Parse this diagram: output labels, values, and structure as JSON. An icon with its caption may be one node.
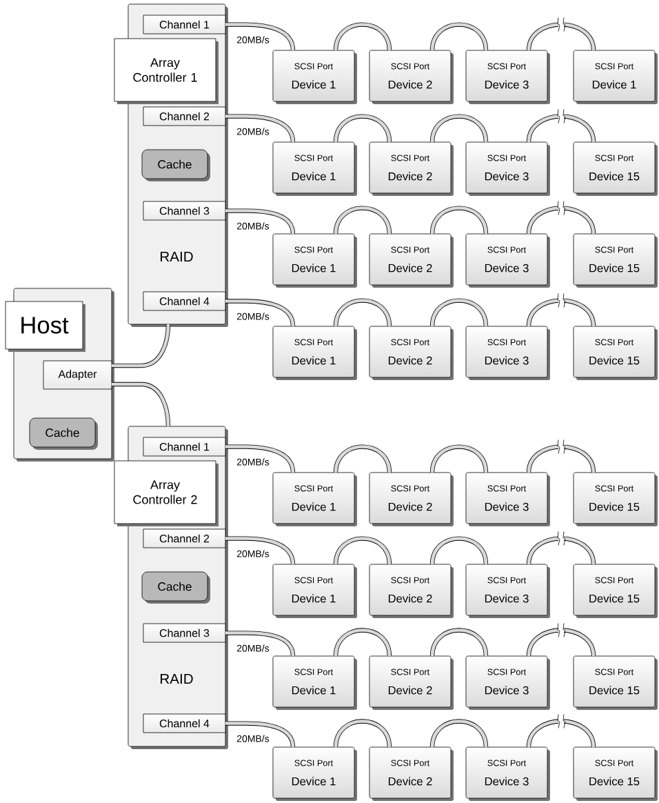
{
  "diagram": {
    "nodes": [
      {
        "text": [
          "RAID"
        ]
      },
      {
        "text": [
          "Channel 1"
        ],
        "in": 0
      },
      {
        "text": [
          "Channel 2"
        ],
        "in": 0
      },
      {
        "text": [
          "Cache"
        ],
        "in": 0
      },
      {
        "text": [
          "Channel 3"
        ],
        "in": 0
      },
      {
        "text": [
          "Channel 4"
        ],
        "in": 0
      },
      {
        "text": [
          "SCSI Port",
          "Device 1"
        ]
      },
      {
        "text": [
          "SCSI Port",
          "Device 2"
        ]
      },
      {
        "text": [
          "SCSI Port",
          "Device 3"
        ]
      },
      {
        "text": [
          "SCSI Port",
          "Device 1"
        ]
      },
      {
        "text": [
          "SCSI Port",
          "Device 1"
        ]
      },
      {
        "text": [
          "SCSI Port",
          "Device 2"
        ]
      },
      {
        "text": [
          "SCSI Port",
          "Device 3"
        ]
      },
      {
        "text": [
          "SCSI Port",
          "Device 15"
        ]
      },
      {
        "text": [
          "SCSI Port",
          "Device 1"
        ]
      },
      {
        "text": [
          "SCSI Port",
          "Device 2"
        ]
      },
      {
        "text": [
          "SCSI Port",
          "Device 3"
        ]
      },
      {
        "text": [
          "SCSI Port",
          "Device 15"
        ]
      },
      {
        "text": [
          "SCSI Port",
          "Device 1"
        ]
      },
      {
        "text": [
          "SCSI Port",
          "Device 2"
        ]
      },
      {
        "text": [
          "SCSI Port",
          "Device 3"
        ]
      },
      {
        "text": [
          "SCSI Port",
          "Device 15"
        ]
      },
      {
        "text": [],
        "shape": "box"
      },
      {
        "text": [
          "Adapter"
        ],
        "in": 22
      },
      {
        "text": [
          "Cache"
        ],
        "in": 22
      },
      {
        "text": [
          "RAID"
        ]
      },
      {
        "text": [
          "Channel 1"
        ],
        "in": 25
      },
      {
        "text": [
          "Channel 2"
        ],
        "in": 25
      },
      {
        "text": [
          "Cache"
        ],
        "in": 25
      },
      {
        "text": [
          "Channel 3"
        ],
        "in": 25
      },
      {
        "text": [
          "Channel 4"
        ],
        "in": 25
      },
      {
        "text": [
          "SCSI Port",
          "Device 1"
        ]
      },
      {
        "text": [
          "SCSI Port",
          "Device 2"
        ]
      },
      {
        "text": [
          "SCSI Port",
          "Device 3"
        ]
      },
      {
        "text": [
          "SCSI Port",
          "Device 15"
        ]
      },
      {
        "text": [
          "SCSI Port",
          "Device 1"
        ]
      },
      {
        "text": [
          "SCSI Port",
          "Device 2"
        ]
      },
      {
        "text": [
          "SCSI Port",
          "Device 3"
        ]
      },
      {
        "text": [
          "SCSI Port",
          "Device 15"
        ]
      },
      {
        "text": [
          "SCSI Port",
          "Device 1"
        ]
      },
      {
        "text": [
          "SCSI Port",
          "Device 2"
        ]
      },
      {
        "text": [
          "SCSI Port",
          "Device 3"
        ]
      },
      {
        "text": [
          "SCSI Port",
          "Device 15"
        ]
      },
      {
        "text": [
          "SCSI Port",
          "Device 1"
        ]
      },
      {
        "text": [
          "SCSI Port",
          "Device 2"
        ]
      },
      {
        "text": [
          "SCSI Port",
          "Device 3"
        ]
      },
      {
        "text": [
          "SCSI Port",
          "Device 15"
        ]
      },
      {
        "text": [
          "Array Controller 1"
        ]
      },
      {
        "text": [
          "Host"
        ]
      },
      {
        "text": [
          "Array Controller 2"
        ]
      }
    ],
    "edges": [
      {
        "from": 23,
        "to": 0,
        "arrow": "none"
      },
      {
        "from": 23,
        "to": 25,
        "arrow": "none"
      },
      {
        "from": 1,
        "to": 6,
        "arrow": "none",
        "label": "20MB/s"
      },
      {
        "from": 6,
        "to": 7,
        "arrow": "none"
      },
      {
        "from": 7,
        "to": 8,
        "arrow": "none"
      },
      {
        "from": 8,
        "to": 9,
        "arrow": "none"
      },
      {
        "from": 2,
        "to": 10,
        "arrow": "none",
        "label": "20MB/s"
      },
      {
        "from": 10,
        "to": 11,
        "arrow": "none"
      },
      {
        "from": 11,
        "to": 12,
        "arrow": "none"
      },
      {
        "from": 12,
        "to": 13,
        "arrow": "none"
      },
      {
        "from": 4,
        "to": 14,
        "arrow": "none",
        "label": "20MB/s"
      },
      {
        "from": 14,
        "to": 15,
        "arrow": "none"
      },
      {
        "from": 15,
        "to": 16,
        "arrow": "none"
      },
      {
        "from": 16,
        "to": 17,
        "arrow": "none"
      },
      {
        "from": 5,
        "to": 18,
        "arrow": "none",
        "label": "20MB/s"
      },
      {
        "from": 18,
        "to": 19,
        "arrow": "none"
      },
      {
        "from": 19,
        "to": 20,
        "arrow": "none"
      },
      {
        "from": 20,
        "to": 21,
        "arrow": "none"
      },
      {
        "from": 26,
        "to": 31,
        "arrow": "none",
        "label": "20MB/s"
      },
      {
        "from": 31,
        "to": 32,
        "arrow": "none"
      },
      {
        "from": 32,
        "to": 33,
        "arrow": "none"
      },
      {
        "from": 33,
        "to": 34,
        "arrow": "none"
      },
      {
        "from": 27,
        "to": 35,
        "arrow": "none",
        "label": "20MB/s"
      },
      {
        "from": 35,
        "to": 36,
        "arrow": "none"
      },
      {
        "from": 36,
        "to": 37,
        "arrow": "none"
      },
      {
        "from": 37,
        "to": 38,
        "arrow": "none"
      },
      {
        "from": 29,
        "to": 39,
        "arrow": "none",
        "label": "20MB/s"
      },
      {
        "from": 39,
        "to": 40,
        "arrow": "none"
      },
      {
        "from": 40,
        "to": 41,
        "arrow": "none"
      },
      {
        "from": 41,
        "to": 42,
        "arrow": "none"
      },
      {
        "from": 30,
        "to": 43,
        "arrow": "none",
        "label": "20MB/s"
      },
      {
        "from": 43,
        "to": 44,
        "arrow": "none"
      },
      {
        "from": 44,
        "to": 45,
        "arrow": "none"
      },
      {
        "from": 45,
        "to": 46,
        "arrow": "none"
      }
    ]
  }
}
